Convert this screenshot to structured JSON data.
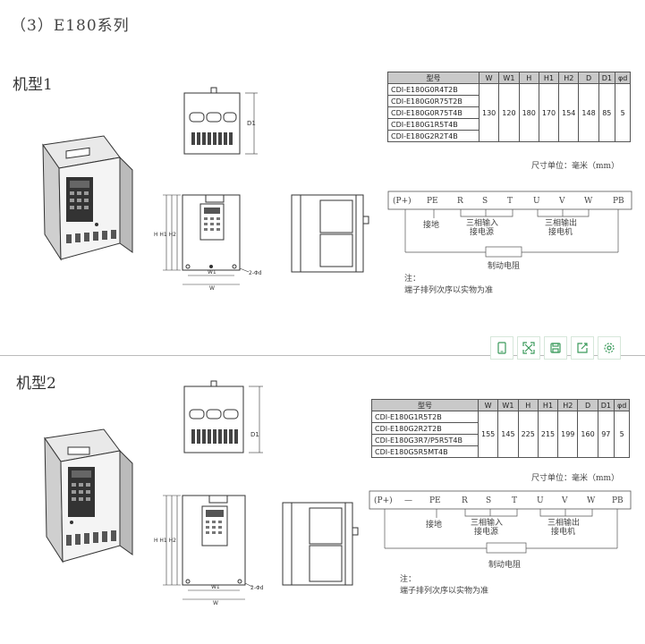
{
  "page_title": "（3）E180系列",
  "sections": [
    {
      "title": "机型1",
      "table": {
        "headers": [
          "型号",
          "W",
          "W1",
          "H",
          "H1",
          "H2",
          "D",
          "D1",
          "φd"
        ],
        "models": [
          "CDI-E180G0R4T2B",
          "CDI-E180G0R75T2B",
          "CDI-E180G0R75T4B",
          "CDI-E180G1R5T4B",
          "CDI-E180G2R2T4B"
        ],
        "values": [
          "130",
          "120",
          "180",
          "170",
          "154",
          "148",
          "85",
          "5"
        ]
      },
      "unit_text": "尺寸单位：毫米（mm）",
      "dim_labels": {
        "h": "H H1 H2",
        "w1": "W1",
        "w": "W",
        "d1": "D1",
        "phid": "2-Φd"
      },
      "wiring": {
        "terminals": [
          "(P+)",
          "PE",
          "R",
          "S",
          "T",
          "U",
          "V",
          "W",
          "PB"
        ],
        "ground": "接地",
        "input": [
          "三相输入",
          "接电源"
        ],
        "output": [
          "三相输出",
          "接电机"
        ],
        "brake": "制动电阻"
      },
      "note": [
        "注：",
        "端子排列次序以实物为准"
      ]
    },
    {
      "title": "机型2",
      "table": {
        "headers": [
          "型号",
          "W",
          "W1",
          "H",
          "H1",
          "H2",
          "D",
          "D1",
          "φd"
        ],
        "models": [
          "CDI-E180G1R5T2B",
          "CDI-E180G2R2T2B",
          "CDI-E180G3R7/P5R5T4B",
          "CDI-E180G5R5MT4B"
        ],
        "values": [
          "155",
          "145",
          "225",
          "215",
          "199",
          "160",
          "97",
          "5"
        ]
      },
      "unit_text": "尺寸单位：毫米（mm）",
      "dim_labels": {
        "h": "H H1 H2",
        "w1": "W1",
        "w": "W",
        "d1": "D1",
        "phid": "2-Φd"
      },
      "wiring": {
        "terminals": [
          "(P+)",
          "—",
          "PE",
          "R",
          "S",
          "T",
          "U",
          "V",
          "W",
          "PB"
        ],
        "ground": "接地",
        "input": [
          "三相输入",
          "接电源"
        ],
        "output": [
          "三相输出",
          "接电机"
        ],
        "brake": "制动电阻"
      },
      "note": [
        "注：",
        "端子排列次序以实物为准"
      ]
    }
  ],
  "toolbar": {
    "icons": [
      "phone-icon",
      "fullscreen-icon",
      "save-icon",
      "share-icon",
      "settings-icon"
    ],
    "accent": "#3a9a5b"
  }
}
